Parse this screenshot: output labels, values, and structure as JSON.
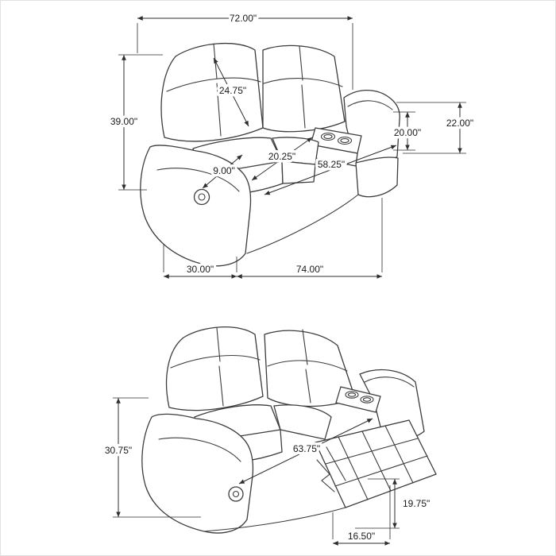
{
  "diagram": {
    "product": "reclining-loveseat-with-console",
    "unit": "inches",
    "upright_view": {
      "overall_width": "72.00\"",
      "back_cushion_height": "24.75\"",
      "overall_height": "39.00\"",
      "arm_height": "22.00\"",
      "arm_inner_height": "20.00\"",
      "seat_depth": "20.25\"",
      "arm_width": "9.00\"",
      "interior_width": "58.25\"",
      "overall_depth": "30.00\"",
      "base_width": "74.00\""
    },
    "reclined_view": {
      "reclined_height": "30.75\"",
      "reclined_depth": "63.75\"",
      "footrest_height": "19.75\"",
      "footrest_extension": "16.50\""
    }
  }
}
